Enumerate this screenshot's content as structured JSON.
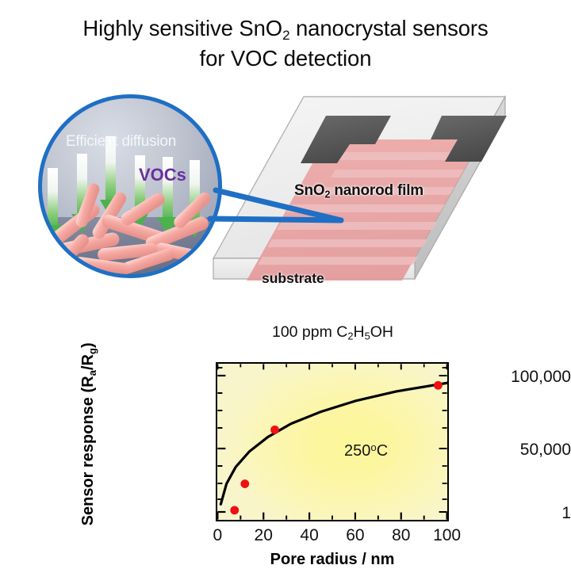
{
  "title": {
    "line1_a": "Highly sensitive SnO",
    "line1_sub": "2",
    "line1_b": " nanocrystal sensors",
    "line2": "for VOC detection"
  },
  "schematic": {
    "inset": {
      "diffusion_label": "Efficient diffusion",
      "vocs_label": "VOCs",
      "circle_border_color": "#1f6fc4",
      "arrow_color": "#5cb85c",
      "nanorod_color": "#f4a6a0"
    },
    "device": {
      "film_label_a": "SnO",
      "film_label_sub": "2",
      "film_label_b": " nanorod film",
      "substrate_label": "substrate",
      "film_color": "#e8a3a3",
      "electrode_color": "#595959",
      "substrate_color": "#ececec"
    },
    "connector_color": "#1f6fc4"
  },
  "chart_data": {
    "type": "scatter",
    "title_a": "100 ppm C",
    "title_sub1": "2",
    "title_b": "H",
    "title_sub2": "5",
    "title_c": "OH",
    "title": "100 ppm C2H5OH",
    "xlabel": "Pore radius / nm",
    "ylabel_a": "Sensor response (R",
    "ylabel_sub1": "a",
    "ylabel_mid": "/R",
    "ylabel_sub2": "g",
    "ylabel_b": ")",
    "ylabel": "Sensor response (Ra/Rg)",
    "annotation": "250",
    "annotation_deg": "o",
    "annotation_unit": "C",
    "xlim": [
      0,
      100
    ],
    "xticks": [
      0,
      20,
      40,
      60,
      80,
      100
    ],
    "xtick_labels": [
      "0",
      "20",
      "40",
      "60",
      "80",
      "100"
    ],
    "x_minor_ticks": [
      10,
      30,
      50,
      70,
      90
    ],
    "ytick_labels": [
      "100,000",
      "50,000",
      "1"
    ],
    "ytick_values": [
      100000,
      50000,
      1
    ],
    "ylim": [
      1,
      130000
    ],
    "grid": false,
    "legend": null,
    "point_color": "#ee1111",
    "line_color": "#000000",
    "plot_bg_center": "#fdf79a",
    "plot_bg_edge": "#f7f4cf",
    "points": [
      {
        "x": 7.5,
        "y": 8000
      },
      {
        "x": 12.0,
        "y": 30000
      },
      {
        "x": 25.0,
        "y": 75000
      },
      {
        "x": 96.0,
        "y": 112000
      }
    ],
    "fit_curve": [
      {
        "x": 1.5,
        "y": 13000
      },
      {
        "x": 4.0,
        "y": 30000
      },
      {
        "x": 8.0,
        "y": 44000
      },
      {
        "x": 14.0,
        "y": 57000
      },
      {
        "x": 22.0,
        "y": 69000
      },
      {
        "x": 32.0,
        "y": 80000
      },
      {
        "x": 45.0,
        "y": 90000
      },
      {
        "x": 60.0,
        "y": 99000
      },
      {
        "x": 78.0,
        "y": 107000
      },
      {
        "x": 100.0,
        "y": 114000
      }
    ]
  }
}
